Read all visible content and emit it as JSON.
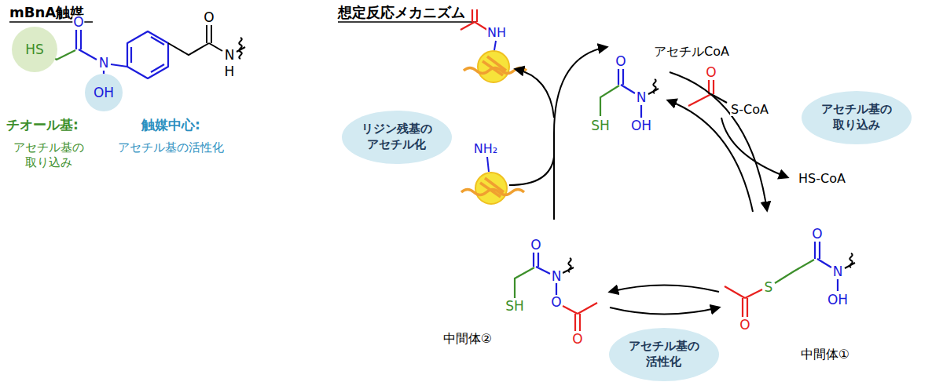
{
  "diagram": {
    "nodes": [
      {
        "text": [
          "HS"
        ]
      },
      {
        "text": [
          "OH"
        ]
      },
      {
        "text": [
          "リジン残基の アセチル化"
        ]
      },
      {
        "text": [
          "アセチル基の 取り込み"
        ]
      },
      {
        "text": [
          "アセチル基の 活性化"
        ]
      }
    ],
    "labels": [
      "mBnA触媒",
      "O",
      "N",
      "O",
      "N",
      "H",
      "チオール基:",
      "アセチル基の 取り込み",
      "触媒中心:",
      "アセチル基の活性化",
      "想定反応メカニズム",
      "O",
      "N",
      "SH",
      "OH",
      "アセチルCoA",
      "O",
      "S-CoA",
      "HS-CoA",
      "O",
      "N",
      "OH",
      "S",
      "O",
      "中間体①",
      "O",
      "N",
      "SH",
      "O",
      "O",
      "中間体②",
      "NH",
      "NH₂"
    ]
  }
}
